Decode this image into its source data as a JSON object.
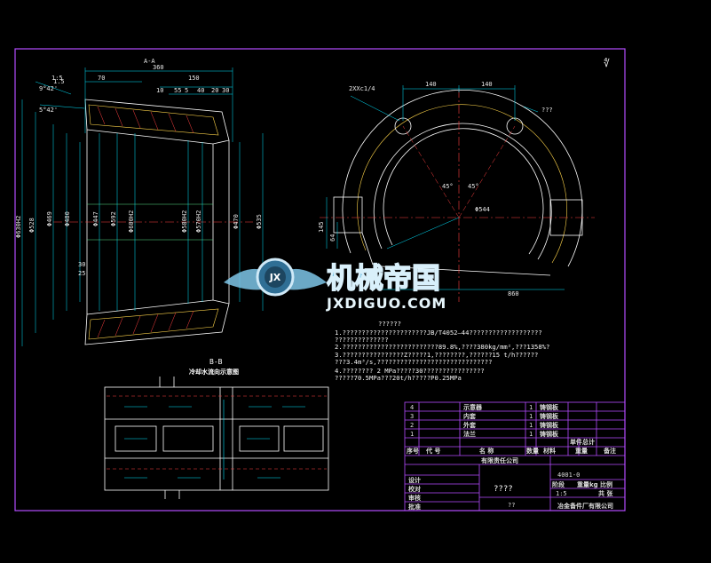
{
  "drawing": {
    "sheet_label_top": "A-A",
    "section_title": "B-B",
    "section_subtitle": "冷却水流向示意图",
    "roughness_corner": "∜",
    "colors": {
      "frame": "#b44cff",
      "line": "#ffffff",
      "dim": "#00e5ff",
      "yellow": "#ffd54a",
      "green": "#57e389",
      "red": "#ff4040"
    }
  },
  "left_view": {
    "top_dims": [
      "1:5",
      "70",
      "360",
      "150",
      "10",
      "55",
      "5",
      "40",
      "20",
      "30"
    ],
    "left_labels": [
      "5°42'",
      "1.5",
      "9°42'"
    ],
    "diameters": [
      "Φ630H2",
      "Φ528",
      "Φ469",
      "Φ480",
      "Φ447",
      "Φ592",
      "Φ600H2",
      "Φ580H2",
      "Φ570H2",
      "Φ470",
      "Φ535"
    ],
    "small_dims": [
      "30",
      "25"
    ]
  },
  "right_view": {
    "hole_label": "2XXc1/4",
    "top_dims": [
      "140",
      "140"
    ],
    "angle_labels": [
      "45°",
      "45°"
    ],
    "radius_label": "Φ544",
    "side_dims": [
      "145",
      "64"
    ],
    "bottom_dim": "860",
    "corner_label": "???"
  },
  "notes": {
    "title": "??????",
    "lines": [
      "1.??????????????????????JB/T4052—44???????????????????",
      "   ??????????????",
      "2.?????????????????????????89.8%,????380kg/mm²,???1358%?",
      "3.????????????????Z?????1,????????,??????15 t/h??????",
      "   ???3.4m³/s,??????????????????????????????",
      "4.???????? 2 MPa?????30????????????????",
      "   ?????70.5MPa???20t/h?????P0.25MPa"
    ]
  },
  "title_block": {
    "parts": [
      {
        "no": "4",
        "name": "示意器",
        "qty": "1",
        "mat": "铸钢板"
      },
      {
        "no": "3",
        "name": "内套",
        "qty": "1",
        "mat": "铸钢板"
      },
      {
        "no": "2",
        "name": "外套",
        "qty": "1",
        "mat": "铸钢板"
      },
      {
        "no": "1",
        "name": "法兰",
        "qty": "1",
        "mat": "铸钢板"
      }
    ],
    "header": {
      "no": "序号",
      "code": "代 号",
      "name": "名 称",
      "qty": "数量",
      "mat": "材料",
      "unit_wt": "单件",
      "total_wt": "总计",
      "wt": "重量",
      "remark": "备注"
    },
    "company": "有限责任公司",
    "drawing_no": "4001-0",
    "part_name": "????",
    "stage_label": "阶段",
    "weight_label": "重量kg",
    "scale_label": "比例",
    "scale": "1:5",
    "sheet": "共 张",
    "material": "??",
    "footer": "冶金备件厂有限公司",
    "signs": [
      "设计",
      "校对",
      "审核",
      "批准"
    ]
  },
  "watermark": {
    "brand_cn": "机械帝国",
    "brand_en": "JXDIGUO.COM",
    "emblem": "JX"
  }
}
